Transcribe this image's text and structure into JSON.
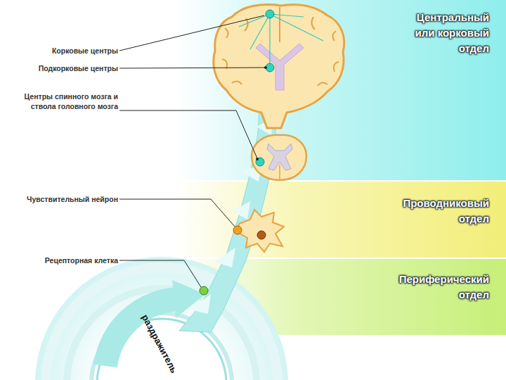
{
  "diagram": {
    "nodes": [
      {
        "text": [
          "Центральный или корковый отдел"
        ]
      },
      {
        "text": [
          "Проводниковый отдел"
        ]
      },
      {
        "text": [
          "Периферический отдел"
        ]
      }
    ],
    "labels": [
      "Корковые центры",
      "Подкорковые центры",
      "Центры спинного мозга и ствола головного мозга",
      "Чувствительный нейрон",
      "Рецепторная клетка",
      "раздражитель"
    ]
  }
}
